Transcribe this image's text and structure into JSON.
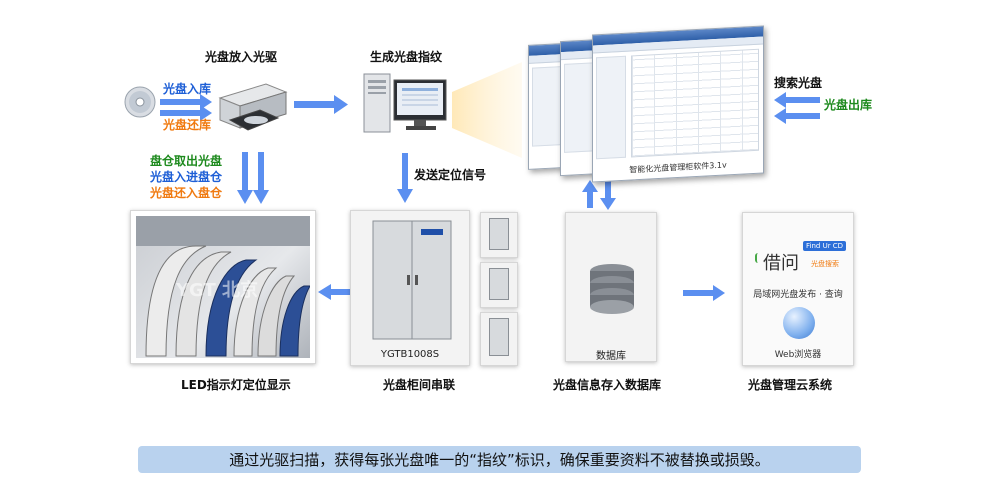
{
  "steps": {
    "drive_title": "光盘放入光驱",
    "fingerprint_title": "生成光盘指纹",
    "disc_in": "光盘入库",
    "disc_return": "光盘还库",
    "bin_out": "盘仓取出光盘",
    "disc_to_bin": "光盘入进盘仓",
    "disc_back_bin": "光盘还入盘仓",
    "send_signal": "发送定位信号",
    "search_disc": "搜索光盘",
    "disc_out": "光盘出库"
  },
  "software": {
    "window_caption": "智能化光盘管理柜软件3.1v"
  },
  "led": {
    "watermark": "YGT 北京",
    "label": "LED指示灯定位显示"
  },
  "cabinet": {
    "model": "YGTB1008S",
    "label": "光盘柜间串联"
  },
  "database": {
    "inner_label": "数据库",
    "label": "光盘信息存入数据库"
  },
  "cloud": {
    "logo": "借问",
    "badge": "Find Ur CD",
    "sub": "光盘搜索",
    "tagline": "局域网光盘发布 · 查询",
    "browser": "Web浏览器",
    "label": "光盘管理云系统"
  },
  "caption": "通过光驱扫描，获得每张光盘唯一的“指纹”标识，确保重要资料不被替换或损毁。",
  "colors": {
    "arrow": "#5b8ff0",
    "blue_text": "#1e5fd6",
    "orange_text": "#f07a10",
    "green_text": "#1d8a1d",
    "caption_bg": "#b9d2ee"
  }
}
